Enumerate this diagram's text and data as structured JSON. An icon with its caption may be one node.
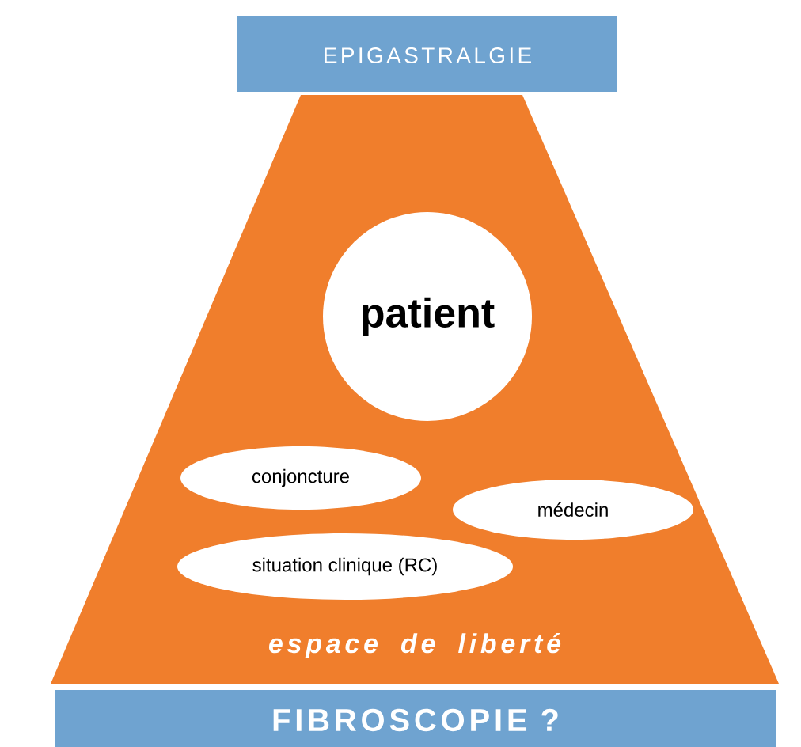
{
  "diagram": {
    "nodes": [
      {
        "text": [
          "EPIGASTRALGIE"
        ]
      },
      {
        "text": [
          "espace de liberté"
        ]
      },
      {
        "text": [
          "patient"
        ],
        "in": 1
      },
      {
        "text": [
          "conjoncture"
        ],
        "in": 1
      },
      {
        "text": [
          "médecin"
        ],
        "in": 1
      },
      {
        "text": [
          "situation clinique (RC)"
        ],
        "in": 1
      },
      {
        "text": [
          "FIBROSCOPIE ?"
        ]
      }
    ]
  }
}
